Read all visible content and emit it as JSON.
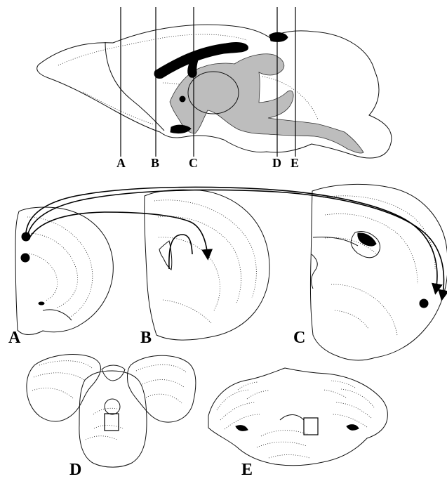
{
  "sagittal_section_labels": [
    "A",
    "B",
    "C",
    "D",
    "E"
  ],
  "panel_labels": {
    "a": "A",
    "b": "B",
    "c": "C",
    "d": "D",
    "e": "E"
  }
}
